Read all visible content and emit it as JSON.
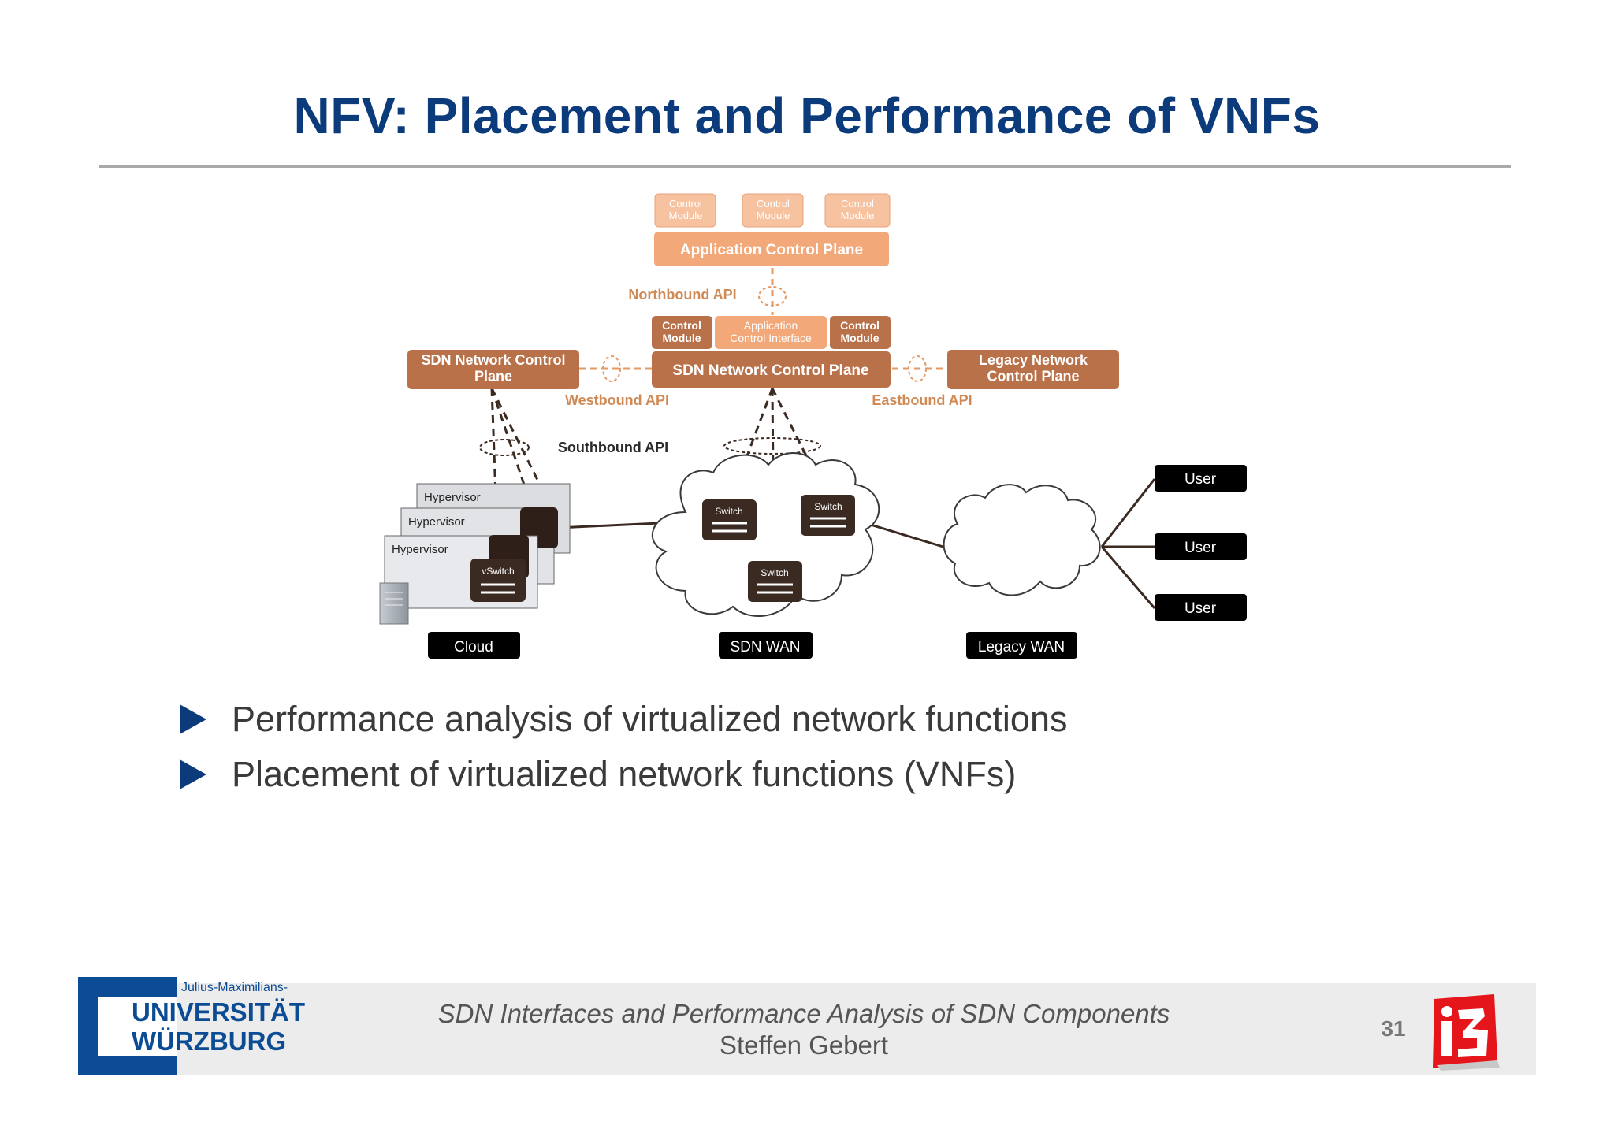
{
  "slide": {
    "title": "NFV: Placement and Performance of VNFs",
    "bullets": [
      "Performance analysis of virtualized network functions",
      "Placement of virtualized network functions (VNFs)"
    ]
  },
  "diagram": {
    "top_control_modules": [
      "Control\nModule",
      "Control\nModule",
      "Control\nModule"
    ],
    "application_control_plane": "Application Control Plane",
    "northbound_api": "Northbound API",
    "mid_control_module_left": "Control\nModule",
    "application_control_interface": "Application\nControl Interface",
    "mid_control_module_right": "Control\nModule",
    "sdn_control_plane_left": "SDN Network Control\nPlane",
    "sdn_control_plane_center": "SDN Network Control Plane",
    "legacy_control_plane": "Legacy Network\nControl Plane",
    "westbound_api": "Westbound API",
    "eastbound_api": "Eastbound API",
    "southbound_api": "Southbound API",
    "hypervisors": [
      "Hypervisor",
      "Hypervisor",
      "Hypervisor"
    ],
    "vswitch": "vSwitch",
    "switches": [
      "Switch",
      "Switch",
      "Switch"
    ],
    "users": [
      "User",
      "User",
      "User"
    ],
    "cloud_label": "Cloud",
    "sdn_wan_label": "SDN WAN",
    "legacy_wan_label": "Legacy WAN"
  },
  "footer": {
    "subtitle": "SDN Interfaces and Performance Analysis of SDN Components",
    "author": "Steffen Gebert",
    "page_number": "31",
    "university_line1": "Julius-Maximilians-",
    "university_line2": "UNIVERSITÄT",
    "university_line3": "WÜRZBURG"
  },
  "colors": {
    "title_blue": "#0b3b7a",
    "light_orange": "#f2a878",
    "brown": "#b9714a",
    "api_text": "#d08a55",
    "dark": "#3a2a22"
  }
}
